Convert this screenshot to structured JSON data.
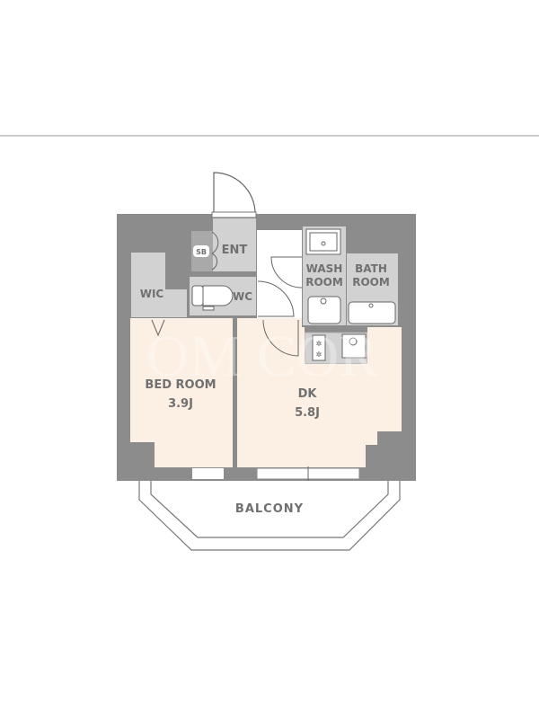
{
  "floor_plan": {
    "rooms": {
      "entrance": "ENT",
      "shoe_box": "SB",
      "walk_in_closet": "WIC",
      "toilet": "WC",
      "wash_room_line1": "WASH",
      "wash_room_line2": "ROOM",
      "bath_room_line1": "BATH",
      "bath_room_line2": "ROOM",
      "bedroom_name": "BED ROOM",
      "bedroom_size": "3.9J",
      "dk_name": "DK",
      "dk_size": "5.8J",
      "balcony": "BALCONY"
    },
    "watermark": "OM COR",
    "colors": {
      "wall": "#8c8c8c",
      "utility": "#d2d2d2",
      "living": "#fcefe3",
      "text": "#707070"
    }
  }
}
